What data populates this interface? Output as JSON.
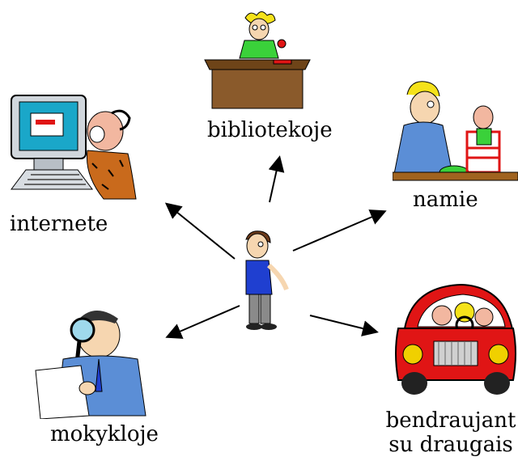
{
  "labels": {
    "library": "bibliotekoje",
    "internet": "internete",
    "home": "namie",
    "school": "mokykloje",
    "friends_line1": "bendraujant",
    "friends_line2": "su draugais"
  },
  "colors": {
    "arrow": "#000000",
    "desk": "#8a5a2b",
    "shirt_blue": "#1f3fd0",
    "shirt_green": "#3ad13a",
    "car_red": "#e01515",
    "wheel_yellow": "#f0d000",
    "monitor_cyan": "#1aa7c9"
  }
}
